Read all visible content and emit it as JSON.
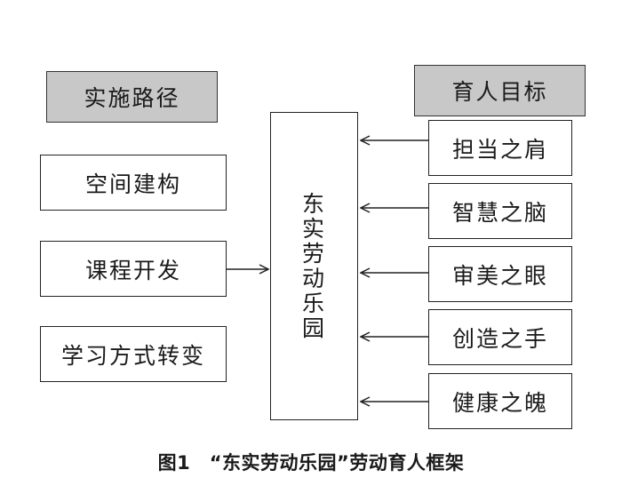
{
  "left_header": "实施路径",
  "right_header": "育人目标",
  "center_chars": [
    "东",
    "实",
    "劳",
    "动",
    "乐",
    "园"
  ],
  "paths": [
    "空间建构",
    "课程开发",
    "学习方式转变"
  ],
  "goals": [
    "担当之肩",
    "智慧之脑",
    "审美之眼",
    "创造之手",
    "健康之魄"
  ],
  "caption": "图1　“东实劳动乐园”劳动育人框架",
  "colors": {
    "header_fill": "#c8c8c8",
    "border": "#222222",
    "arrow": "#222222"
  }
}
